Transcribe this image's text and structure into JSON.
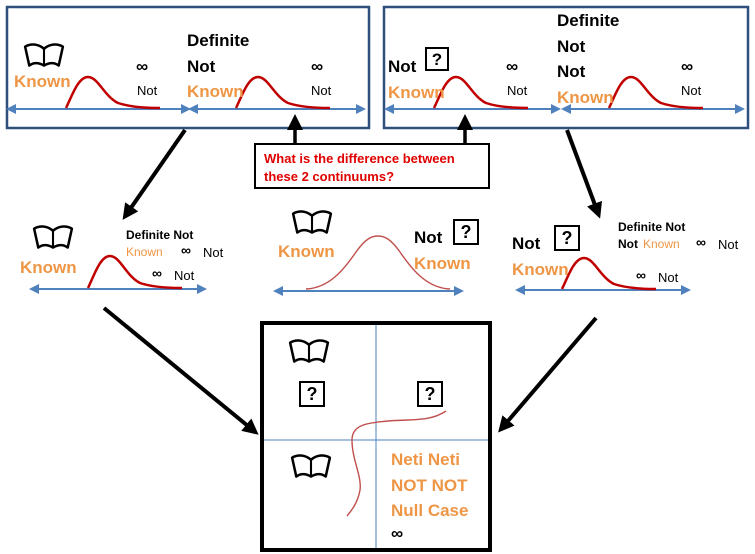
{
  "labels": {
    "known": "Known",
    "definite": "Definite",
    "not": "Not",
    "definite_not": "Definite Not",
    "infinity": "∞",
    "question": "?",
    "neti_neti": "Neti Neti",
    "not_not": "NOT NOT",
    "null_case": "Null Case"
  },
  "callout": {
    "text": "What is the difference between these 2 continuums?"
  },
  "icons": {
    "book": "open-book-icon",
    "question": "question-box-icon",
    "infinity": "infinity-symbol"
  },
  "colors": {
    "known_text": "#ee9645",
    "curve": "#c00000",
    "thin_curve": "#c0504d",
    "axis_arrow": "#4f81bd",
    "box_border_top": "#2f4f7f",
    "callout_text": "#e00000",
    "quadrant_lines": "#4f81bd"
  }
}
